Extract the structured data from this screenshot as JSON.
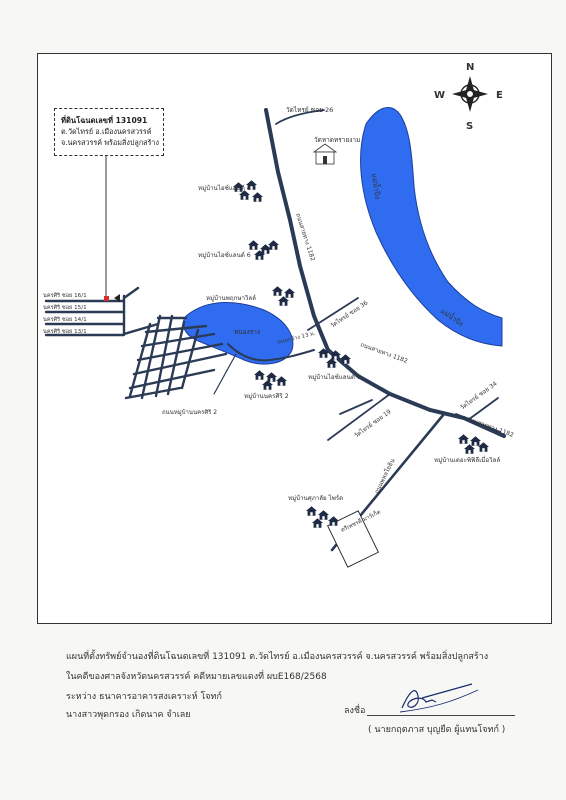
{
  "compass": {
    "n": "N",
    "e": "E",
    "s": "S",
    "w": "W"
  },
  "parcel_note": {
    "line1": "ที่ดินโฉนดเลขที่ 131091",
    "line2": "ต.วัดไทรย์  อ.เมืองนครสวรรค์",
    "line3": "จ.นครสวรรค์  พร้อมสิ่งปลูกสร้าง"
  },
  "roads": {
    "soi26": "วัดไทรย์ ซอย 26",
    "road1182_a": "ถนนสายทาง 1182",
    "road1182_b": "ถนนสายทาง 1182",
    "road1182_c": "ถนนสายทาง 1182",
    "soi36": "วัดไทรย์ ซอย 36",
    "soi19": "วัดไทรย์ ซอย 19",
    "soi34": "วัดไทรย์ ซอย 34",
    "road13m": "ถนนกว้าง 13 ม.",
    "road_south": "ถนนพหลโยธิน",
    "road_parcel": "ถนนหมู่บ้านนครศิริ 2",
    "soi16": "นครศิริ ซอย 16/1",
    "soi15": "นครศิริ ซอย 15/1",
    "soi14": "นครศิริ ซอย 14/1",
    "soi13": "นครศิริ ซอย 13/1"
  },
  "places": {
    "temple": "วัดหาดทรายงาม",
    "river_a": "แม่น้ำปิง",
    "river_b": "แม่น้ำปิง",
    "pond": "หนองราง",
    "market": "ตรีเพชรดี มาร์เก็ต"
  },
  "villages": {
    "v1": "หมู่บ้านไอซ์แลนด์ 4",
    "v2": "หมู่บ้านไอซ์แลนด์ 6",
    "v3": "หมู่บ้านพฤกษาวิลล์",
    "v4": "หมู่บ้านไอซ์แลนด์ 7",
    "v5": "หมู่บ้านนครศิริ 2",
    "v6": "หมู่บ้านเดอะพิฟิลีเมื่อวิลล์",
    "v7": "หมู่บ้านศุภาลัย ไพร์ด"
  },
  "caption": {
    "line1": "แผนที่ตั้งทรัพย์จำนองที่ดินโฉนดเลขที่ 131091  ต.วัดไทรย์  อ.เมืองนครสวรรค์  จ.นครสวรรค์  พร้อมสิ่งปลูกสร้าง",
    "line2": "ในคดีของศาลจังหวัดนครสวรรค์  คดีหมายเลขแดงที่ ผบE168/2568",
    "line3": "ระหว่าง  ธนาคารอาคารสงเคราะห์      โจทก์",
    "line4": "นางสาวพุดกรอง  เกิดนาค      จำเลย"
  },
  "signature": {
    "label": "ลงชื่อ",
    "name": "( นายกฤตภาส  บุญยืด ผู้แทนโจทก์ )"
  },
  "colors": {
    "river": "#2f6cf0",
    "road": "#2b3a55",
    "house": "#1f2a44"
  }
}
